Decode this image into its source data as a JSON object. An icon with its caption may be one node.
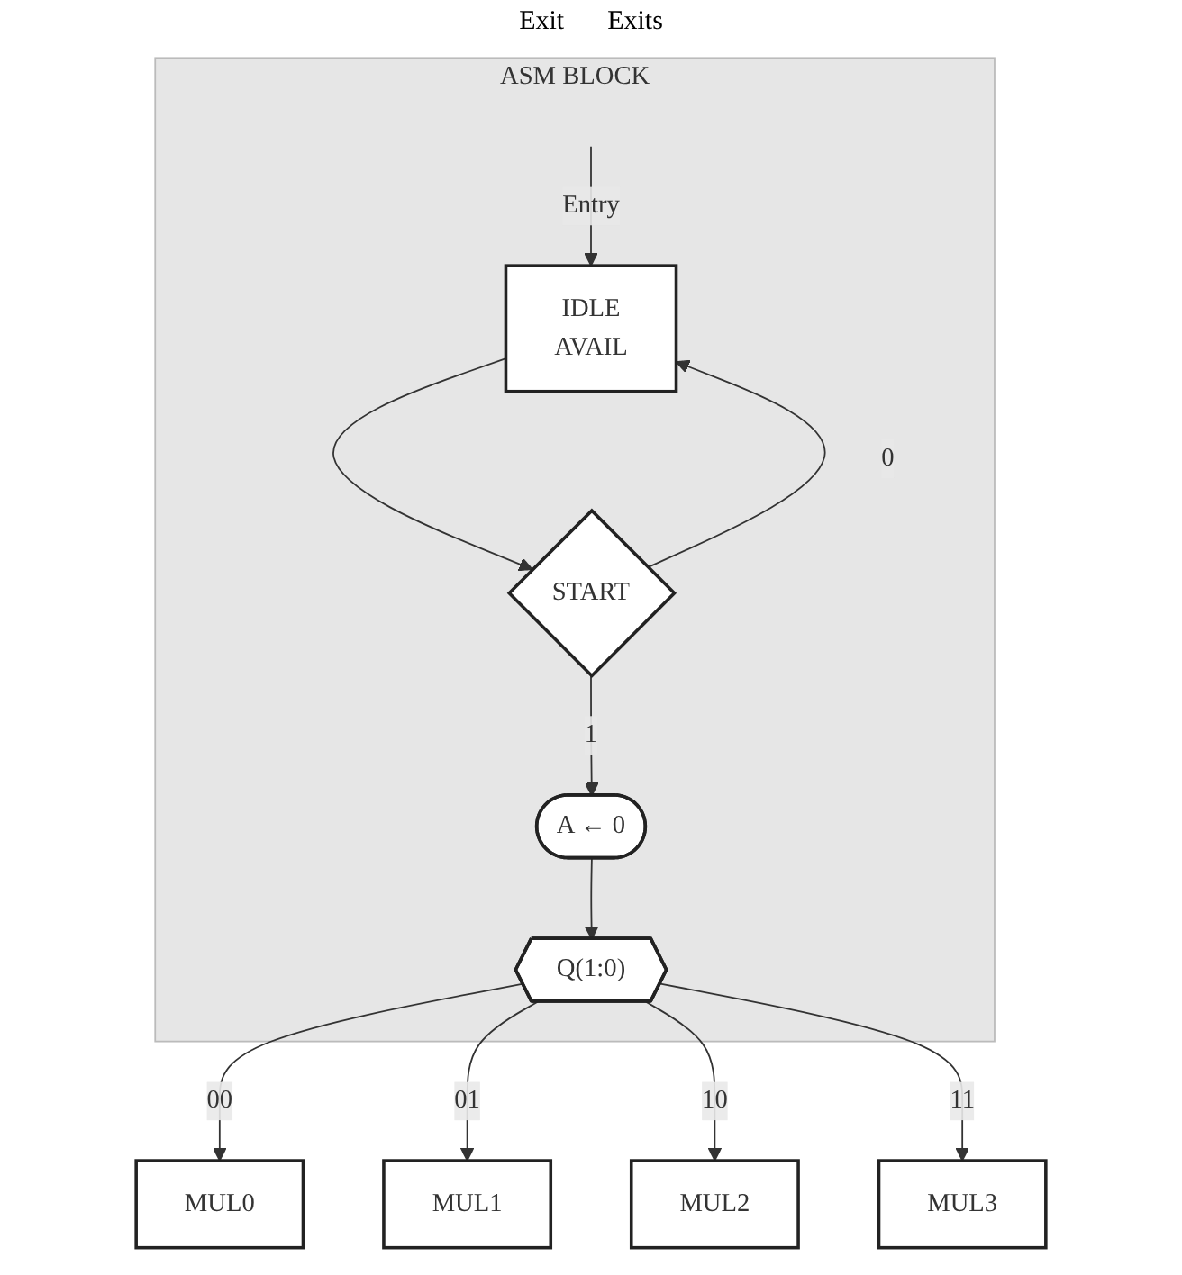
{
  "diagram": {
    "nodes": [
      {
        "text": [
          "ASM BLOCK"
        ]
      },
      {
        "text": [
          "IDLE",
          "AVAIL"
        ],
        "in": 0
      },
      {
        "text": [
          "START"
        ],
        "in": 0
      },
      {
        "text": [
          "A ← 0"
        ],
        "in": 0
      },
      {
        "text": [
          "Q(1:0)"
        ],
        "in": 0
      },
      {
        "text": [
          "MUL0"
        ]
      },
      {
        "text": [
          "MUL1"
        ]
      },
      {
        "text": [
          "MUL2"
        ]
      },
      {
        "text": [
          "MUL3"
        ]
      }
    ],
    "edges": [
      {
        "from": null,
        "to": 1,
        "arrow": "to",
        "label": "Entry"
      },
      {
        "from": 1,
        "to": 2,
        "arrow": "to"
      },
      {
        "from": 2,
        "to": 1,
        "arrow": "to",
        "label": "0"
      },
      {
        "from": 2,
        "to": 3,
        "arrow": "to",
        "label": "1"
      },
      {
        "from": 3,
        "to": 4,
        "arrow": "to"
      },
      {
        "from": 4,
        "to": 5,
        "arrow": "to",
        "label": "00"
      },
      {
        "from": 4,
        "to": 6,
        "arrow": "to",
        "label": "01"
      },
      {
        "from": 4,
        "to": 7,
        "arrow": "to",
        "label": "10"
      },
      {
        "from": 4,
        "to": 8,
        "arrow": "to",
        "label": "11"
      }
    ],
    "labels": [
      "Exit",
      "Exits"
    ]
  }
}
